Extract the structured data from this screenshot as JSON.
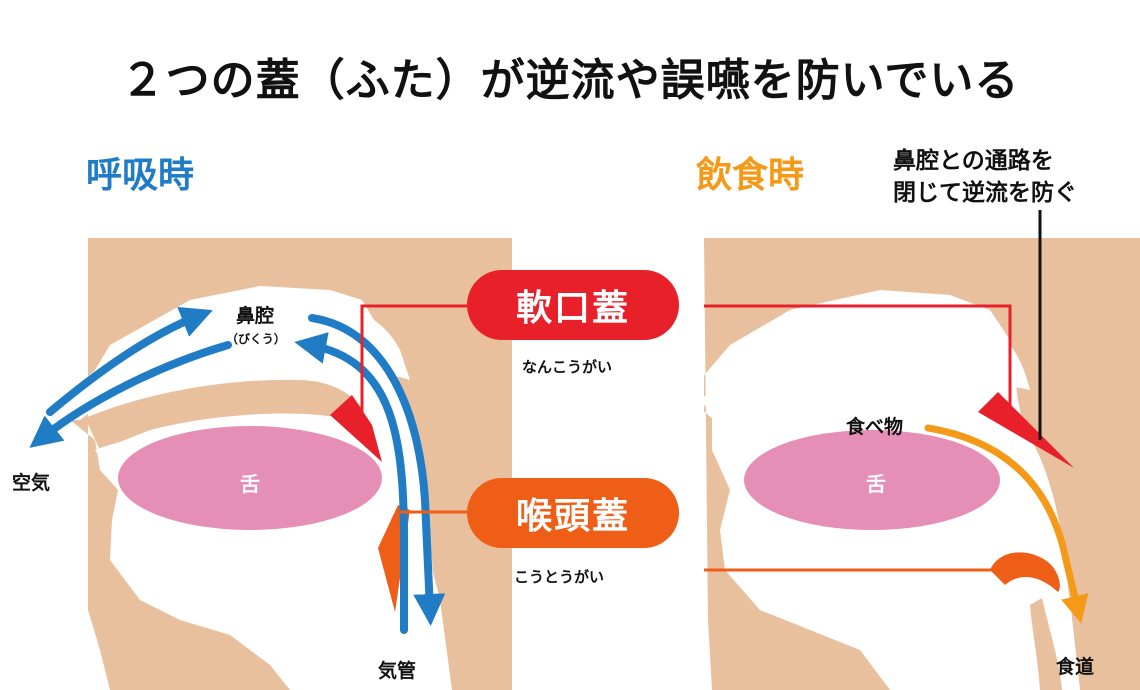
{
  "title": "２つの蓋（ふた）が逆流や誤嚥を防いでいる",
  "left_panel": {
    "heading": "呼吸時",
    "nasal_cavity": "鼻腔",
    "nasal_cavity_reading": "（びくう）",
    "air": "空気",
    "trachea": "気管",
    "tongue": "舌"
  },
  "right_panel": {
    "heading": "飲食時",
    "note_line1": "鼻腔との通路を",
    "note_line2": "閉じて逆流を防ぐ",
    "food": "食べ物",
    "tongue": "舌",
    "esophagus": "食道"
  },
  "soft_palate": {
    "label": "軟口蓋",
    "reading": "なんこうがい"
  },
  "epiglottis": {
    "label": "喉頭蓋",
    "reading": "こうとうがい"
  },
  "colors": {
    "skin": "#e8c09d",
    "tongue": "#e58fb6",
    "soft_palate": "#e8202a",
    "epiglottis": "#ef5e16",
    "breath_arrow": "#1f7cc5",
    "food_arrow": "#f59a18"
  }
}
